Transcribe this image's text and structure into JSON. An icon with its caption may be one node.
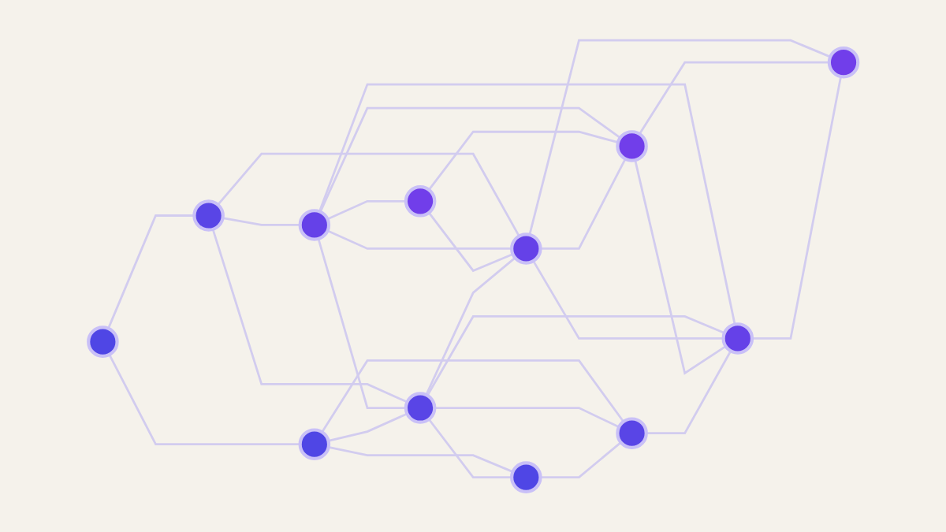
{
  "diagram": {
    "nodes": [
      {
        "text": [],
        "shape": "circle"
      },
      {
        "text": [],
        "shape": "circle"
      },
      {
        "text": [],
        "shape": "circle"
      },
      {
        "text": [],
        "shape": "circle"
      },
      {
        "text": [],
        "shape": "circle"
      },
      {
        "text": [],
        "shape": "circle"
      },
      {
        "text": [],
        "shape": "circle"
      },
      {
        "text": [],
        "shape": "circle"
      },
      {
        "text": [],
        "shape": "circle"
      },
      {
        "text": [],
        "shape": "circle"
      },
      {
        "text": [],
        "shape": "circle"
      },
      {
        "text": [],
        "shape": "circle"
      }
    ],
    "edges": [
      {
        "from": 0,
        "to": 1,
        "arrow": "none"
      },
      {
        "from": 0,
        "to": 4,
        "arrow": "none"
      },
      {
        "from": 1,
        "to": 2,
        "arrow": "none"
      },
      {
        "from": 1,
        "to": 5,
        "arrow": "none"
      },
      {
        "from": 1,
        "to": 6,
        "arrow": "none"
      },
      {
        "from": 2,
        "to": 3,
        "arrow": "none"
      },
      {
        "from": 2,
        "to": 5,
        "arrow": "none"
      },
      {
        "from": 2,
        "to": 6,
        "arrow": "none"
      },
      {
        "from": 2,
        "to": 10,
        "arrow": "none"
      },
      {
        "from": 2,
        "to": 7,
        "arrow": "none"
      },
      {
        "from": 3,
        "to": 6,
        "arrow": "none"
      },
      {
        "from": 3,
        "to": 7,
        "arrow": "none"
      },
      {
        "from": 4,
        "to": 5,
        "arrow": "none"
      },
      {
        "from": 4,
        "to": 8,
        "arrow": "none"
      },
      {
        "from": 4,
        "to": 9,
        "arrow": "none"
      },
      {
        "from": 5,
        "to": 8,
        "arrow": "none"
      },
      {
        "from": 5,
        "to": 6,
        "arrow": "none"
      },
      {
        "from": 5,
        "to": 9,
        "arrow": "none"
      },
      {
        "from": 5,
        "to": 10,
        "arrow": "none"
      },
      {
        "from": 6,
        "to": 10,
        "arrow": "none"
      },
      {
        "from": 6,
        "to": 7,
        "arrow": "none"
      },
      {
        "from": 6,
        "to": 11,
        "arrow": "none"
      },
      {
        "from": 7,
        "to": 10,
        "arrow": "none"
      },
      {
        "from": 7,
        "to": 11,
        "arrow": "none"
      },
      {
        "from": 8,
        "to": 9,
        "arrow": "none"
      },
      {
        "from": 9,
        "to": 10,
        "arrow": "none"
      },
      {
        "from": 10,
        "to": 11,
        "arrow": "none"
      }
    ]
  }
}
